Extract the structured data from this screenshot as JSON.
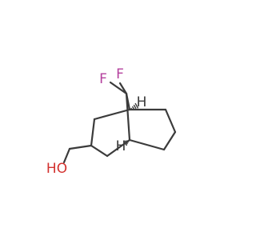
{
  "molecule": {
    "atoms": {
      "f1": {
        "symbol": "F",
        "color": "#b4419e"
      },
      "f2": {
        "symbol": "F",
        "color": "#b4419e"
      },
      "oh": {
        "symbol": "HO",
        "color": "#d3322f"
      },
      "h1": {
        "symbol": "H",
        "color": "#3b3b3b"
      },
      "h2": {
        "symbol": "H",
        "color": "#3b3b3b"
      }
    },
    "bond_color": "#3b3b3b"
  }
}
